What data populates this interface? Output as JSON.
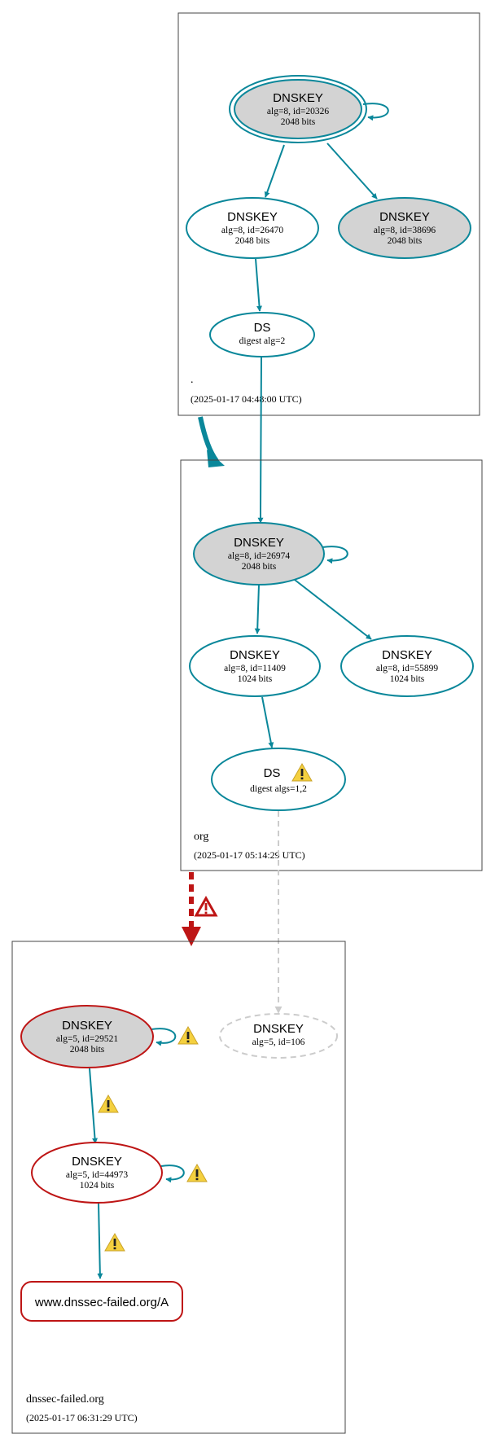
{
  "zones": {
    "root": {
      "name": ".",
      "date": "(2025-01-17 04:48:00 UTC)"
    },
    "org": {
      "name": "org",
      "date": "(2025-01-17 05:14:29 UTC)"
    },
    "dnssec_failed": {
      "name": "dnssec-failed.org",
      "date": "(2025-01-17 06:31:29 UTC)"
    }
  },
  "nodes": {
    "root_ksk": {
      "title": "DNSKEY",
      "line1": "alg=8, id=20326",
      "line2": "2048 bits"
    },
    "root_zsk1": {
      "title": "DNSKEY",
      "line1": "alg=8, id=26470",
      "line2": "2048 bits"
    },
    "root_zsk2": {
      "title": "DNSKEY",
      "line1": "alg=8, id=38696",
      "line2": "2048 bits"
    },
    "root_ds": {
      "title": "DS",
      "line1": "digest alg=2"
    },
    "org_ksk": {
      "title": "DNSKEY",
      "line1": "alg=8, id=26974",
      "line2": "2048 bits"
    },
    "org_zsk1": {
      "title": "DNSKEY",
      "line1": "alg=8, id=11409",
      "line2": "1024 bits"
    },
    "org_zsk2": {
      "title": "DNSKEY",
      "line1": "alg=8, id=55899",
      "line2": "1024 bits"
    },
    "org_ds": {
      "title": "DS",
      "line1": "digest algs=1,2"
    },
    "df_ksk": {
      "title": "DNSKEY",
      "line1": "alg=5, id=29521",
      "line2": "2048 bits"
    },
    "df_missing": {
      "title": "DNSKEY",
      "line1": "alg=5, id=106"
    },
    "df_zsk": {
      "title": "DNSKEY",
      "line1": "alg=5, id=44973",
      "line2": "1024 bits"
    },
    "df_rr": {
      "title": "www.dnssec-failed.org/A"
    }
  },
  "colors": {
    "secure": "#0a879a",
    "bogus": "#be1515",
    "insecure": "#cccccc",
    "key_fill": "#d3d3d3",
    "warning": "#f4d03f"
  },
  "icons": {
    "warning": "warning-icon",
    "error": "error-icon"
  }
}
